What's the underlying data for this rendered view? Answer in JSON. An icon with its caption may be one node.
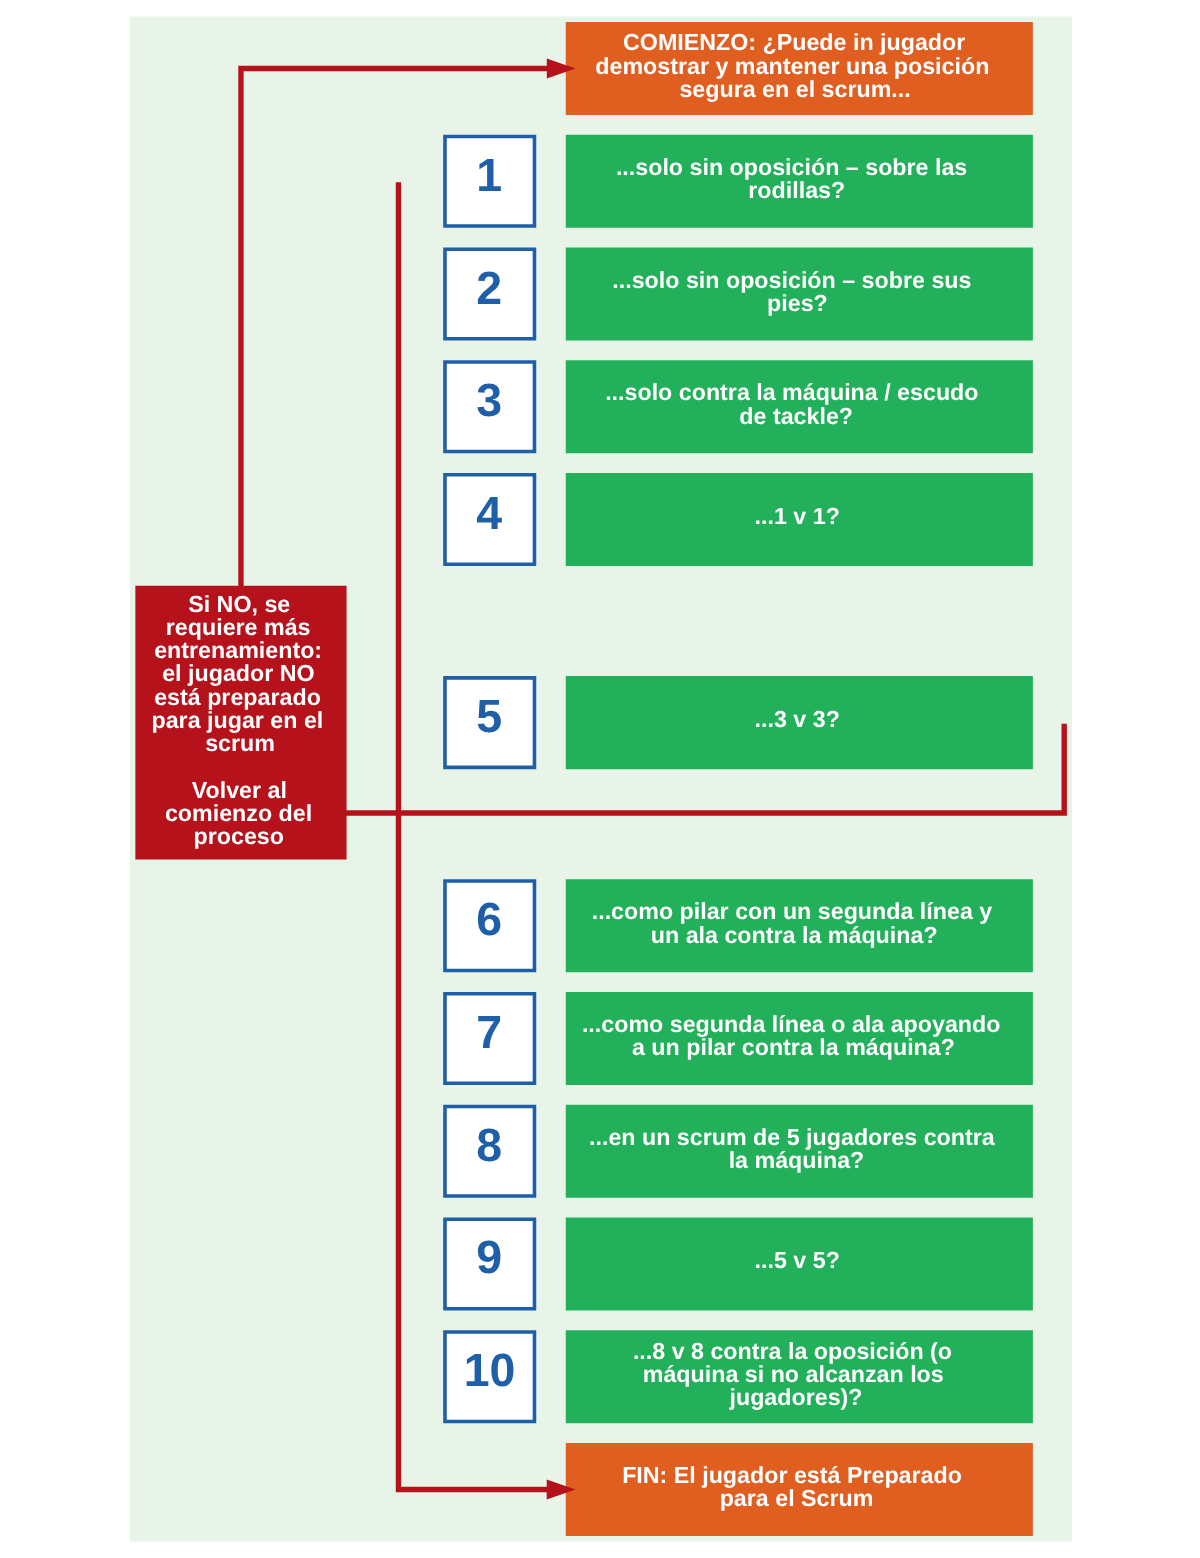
{
  "diagram": {
    "nodes": [
      {
        "text": [
          "COMIENZO: ¿Puede in jugador demostrar y mantener una posición segura en el scrum..."
        ]
      },
      {
        "text": [
          "1"
        ]
      },
      {
        "text": [
          "...solo sin oposición – sobre las rodillas?"
        ]
      },
      {
        "text": [
          "2"
        ]
      },
      {
        "text": [
          "...solo sin oposición – sobre sus pies?"
        ]
      },
      {
        "text": [
          "3"
        ]
      },
      {
        "text": [
          "...solo contra la máquina / escudo de tackle?"
        ]
      },
      {
        "text": [
          "4"
        ]
      },
      {
        "text": [
          "...1 v 1?"
        ]
      },
      {
        "text": [
          "5"
        ]
      },
      {
        "text": [
          "...3 v 3?"
        ]
      },
      {
        "text": [
          "6"
        ]
      },
      {
        "text": [
          "...como pilar con un segunda línea y un ala contra la máquina?"
        ]
      },
      {
        "text": [
          "7"
        ]
      },
      {
        "text": [
          "...como segunda línea o ala apoyando a un pilar contra la máquina?"
        ]
      },
      {
        "text": [
          "8"
        ]
      },
      {
        "text": [
          "...en un scrum de 5 jugadores contra la máquina?"
        ]
      },
      {
        "text": [
          "9"
        ]
      },
      {
        "text": [
          "...5 v 5?"
        ]
      },
      {
        "text": [
          "10"
        ]
      },
      {
        "text": [
          "...8 v 8 contra la oposición (o máquina si no alcanzan los jugadores)?"
        ]
      },
      {
        "text": [
          "Si NO, se requiere más entrenamiento: el jugador NO está preparado para jugar en el scrum",
          "Volver al comienzo del proceso"
        ]
      },
      {
        "text": [
          "FIN: El jugador está Preparado para el Scrum"
        ]
      }
    ],
    "edges": [
      {
        "from": null,
        "to": 22,
        "arrow": "to"
      },
      {
        "from": null,
        "to": 21,
        "arrow": "none"
      },
      {
        "from": 21,
        "to": 0,
        "arrow": "to"
      }
    ]
  }
}
